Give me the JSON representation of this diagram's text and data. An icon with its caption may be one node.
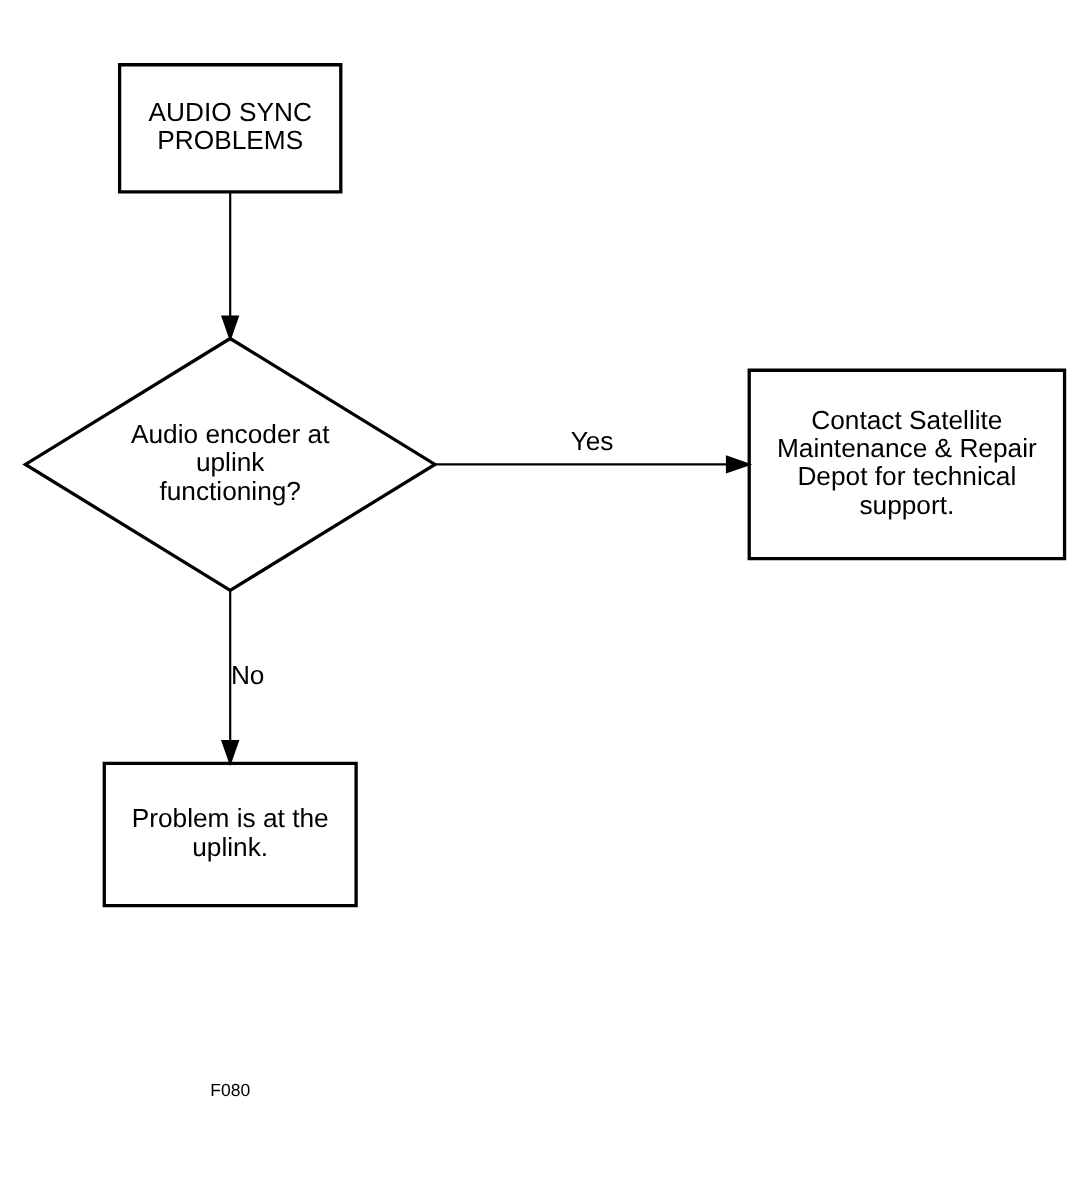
{
  "diagram": {
    "nodes": [
      {
        "text": [
          "AUDIO SYNC PROBLEMS"
        ]
      },
      {
        "text": [
          "Audio encoder at uplink functioning?"
        ]
      },
      {
        "text": [
          "Contact Satellite Maintenance & Repair Depot for technical support."
        ]
      },
      {
        "text": [
          "Problem is at the uplink."
        ]
      }
    ],
    "edges": [
      {
        "from": 0,
        "to": 1,
        "arrow": "to"
      },
      {
        "from": 1,
        "to": 2,
        "label": "Yes",
        "arrow": "to"
      },
      {
        "from": 1,
        "to": 3,
        "label": "No",
        "arrow": "to"
      }
    ],
    "labels": [
      "F080"
    ]
  }
}
